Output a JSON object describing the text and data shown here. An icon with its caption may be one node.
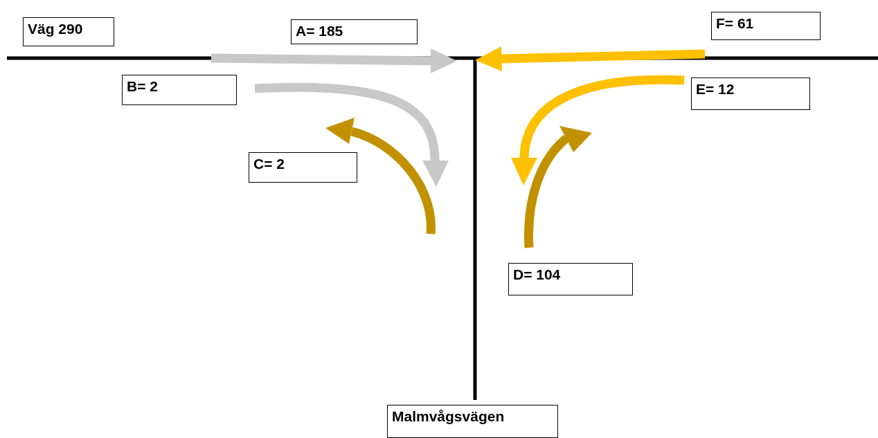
{
  "diagram": {
    "nodes": [
      {
        "text": [
          "Väg 290"
        ]
      },
      {
        "text": [
          "A= 185"
        ]
      },
      {
        "text": [
          "F= 61"
        ]
      },
      {
        "text": [
          "B= 2"
        ]
      },
      {
        "text": [
          "E= 12"
        ]
      },
      {
        "text": [
          "C= 2"
        ]
      },
      {
        "text": [
          "D= 104"
        ]
      },
      {
        "text": [
          "Malmvågsvägen"
        ]
      }
    ]
  }
}
